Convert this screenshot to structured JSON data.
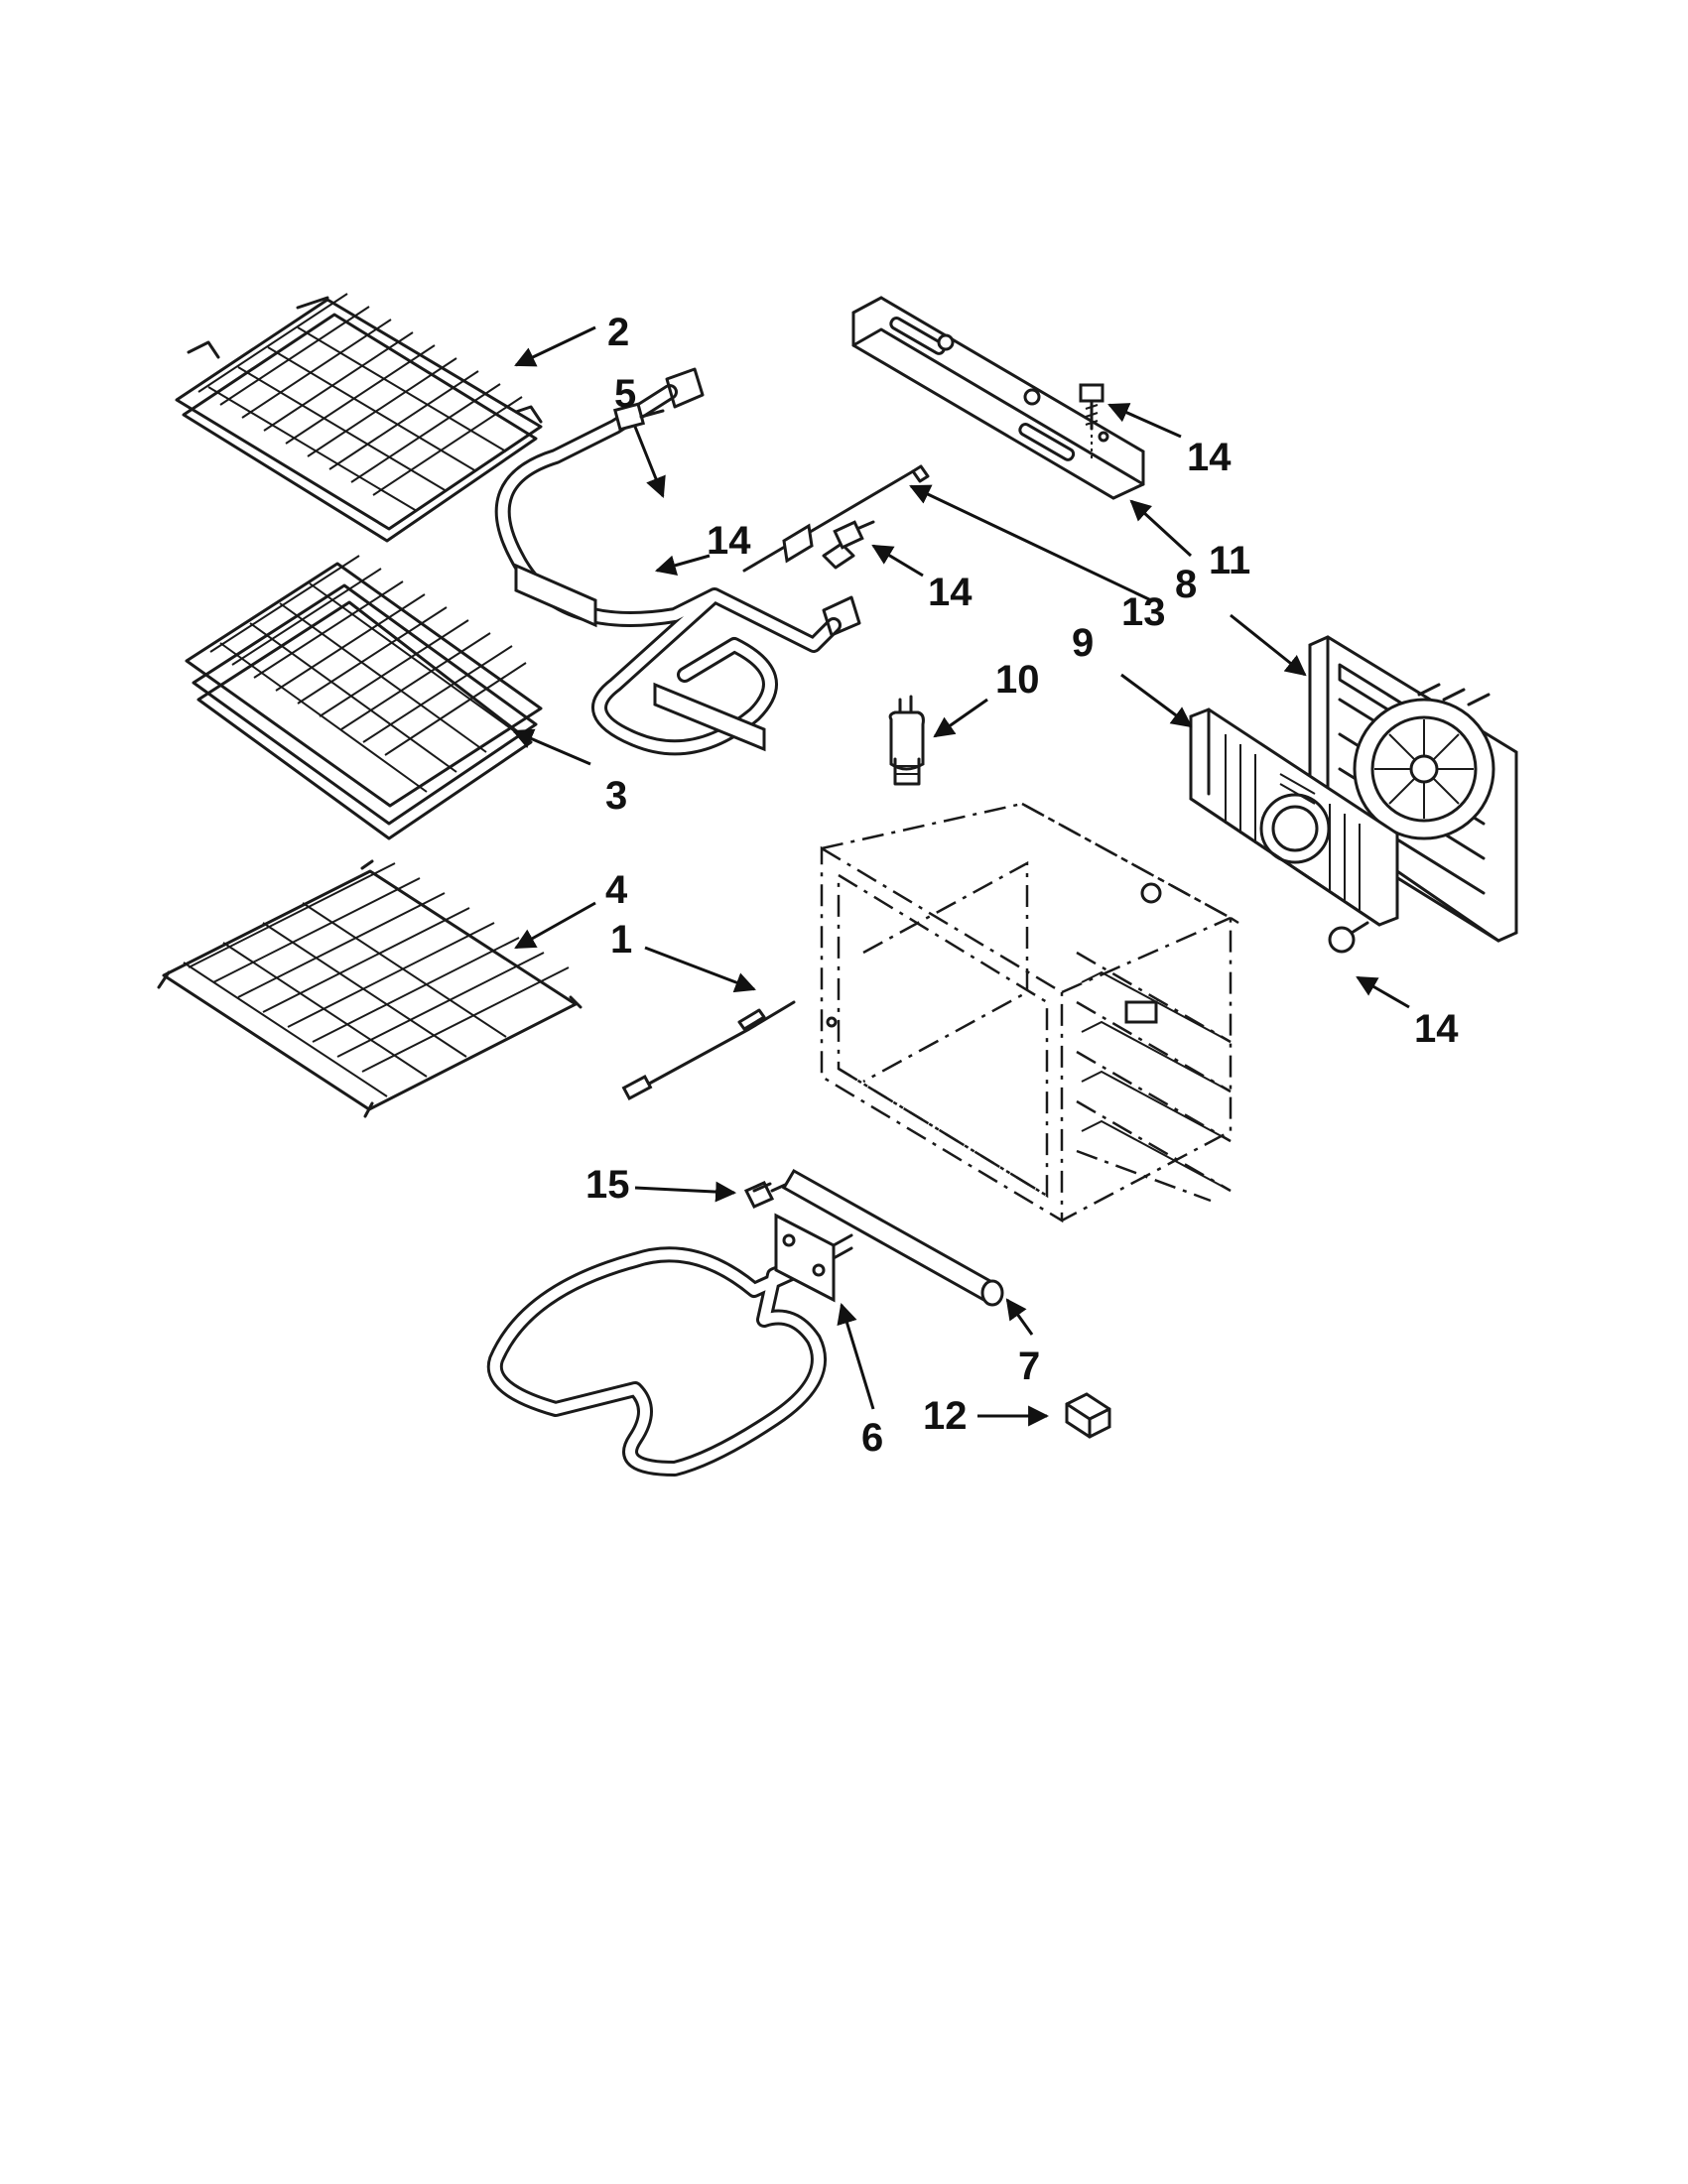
{
  "callouts": [
    {
      "id": "c2",
      "label": "2"
    },
    {
      "id": "c5",
      "label": "5"
    },
    {
      "id": "c14a",
      "label": "14"
    },
    {
      "id": "c14b",
      "label": "14"
    },
    {
      "id": "c14c",
      "label": "14"
    },
    {
      "id": "c14d",
      "label": "14"
    },
    {
      "id": "c11",
      "label": "11"
    },
    {
      "id": "c13",
      "label": "13"
    },
    {
      "id": "c8",
      "label": "8"
    },
    {
      "id": "c9",
      "label": "9"
    },
    {
      "id": "c10",
      "label": "10"
    },
    {
      "id": "c3",
      "label": "3"
    },
    {
      "id": "c4",
      "label": "4"
    },
    {
      "id": "c1",
      "label": "1"
    },
    {
      "id": "c15",
      "label": "15"
    },
    {
      "id": "c7",
      "label": "7"
    },
    {
      "id": "c12",
      "label": "12"
    },
    {
      "id": "c6",
      "label": "6"
    }
  ]
}
